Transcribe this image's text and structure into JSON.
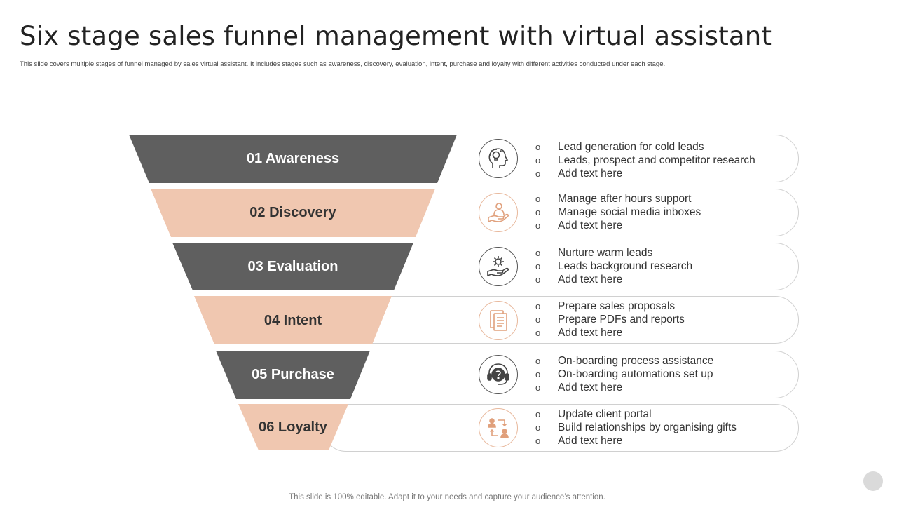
{
  "title": "Six stage sales funnel management with virtual assistant",
  "subtitle": "This slide covers multiple stages of funnel managed by sales virtual assistant. It includes stages such as awareness, discovery, evaluation, intent, purchase and loyalty with different activities conducted under each stage.",
  "footer": "This slide is 100% editable. Adapt it to your needs and capture your audience’s attention.",
  "colors": {
    "dark": "#5f5f5f",
    "peach": "#f0c7b0",
    "peach_line": "#e8b89c",
    "dark_line": "#444444"
  },
  "bullet_glyph": "o",
  "stages": [
    {
      "label": "01 Awareness",
      "icon": "head-lightbulb-icon",
      "items": [
        "Lead generation for cold leads",
        "Leads, prospect and competitor research",
        "Add text here"
      ]
    },
    {
      "label": "02 Discovery",
      "icon": "hand-person-icon",
      "items": [
        "Manage after hours support",
        "Manage social media inboxes",
        "Add text here"
      ]
    },
    {
      "label": "03 Evaluation",
      "icon": "hand-gear-icon",
      "items": [
        "Nurture  warm leads",
        "Leads background research",
        "Add text here"
      ]
    },
    {
      "label": "04 Intent",
      "icon": "documents-icon",
      "items": [
        "Prepare sales proposals",
        "Prepare PDFs and reports",
        "Add text here"
      ]
    },
    {
      "label": "05 Purchase",
      "icon": "headset-question-icon",
      "items": [
        "On-boarding process assistance",
        "On-boarding automations set up",
        "Add text here"
      ]
    },
    {
      "label": "06 Loyalty",
      "icon": "people-exchange-icon",
      "items": [
        "Update client portal",
        "Build relationships by organising gifts",
        "Add text here"
      ]
    }
  ]
}
